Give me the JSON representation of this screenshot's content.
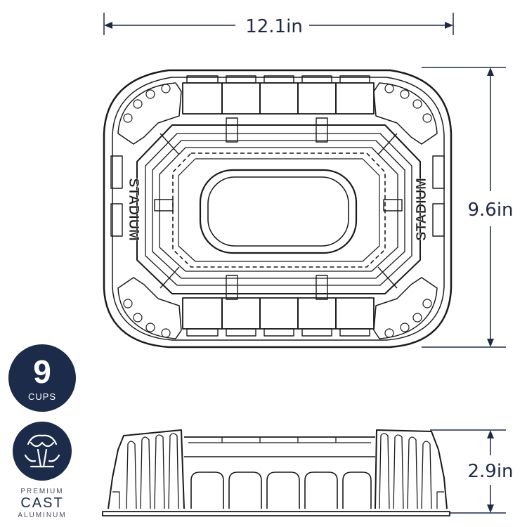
{
  "dimensions": {
    "width": "12.1in",
    "depth": "9.6in",
    "height": "2.9in"
  },
  "pan": {
    "side_label_left": "STADIUM",
    "side_label_right": "STADIUM"
  },
  "capacity_badge": {
    "number": "9",
    "unit": "CUPS",
    "color": "#1c2b4a"
  },
  "material_badge": {
    "line1": "PREMIUM",
    "line2": "CAST",
    "line3": "ALUMINUM",
    "color": "#1c2b4a"
  },
  "colors": {
    "line": "#1a1a1a",
    "dimension": "#1f2a44"
  }
}
